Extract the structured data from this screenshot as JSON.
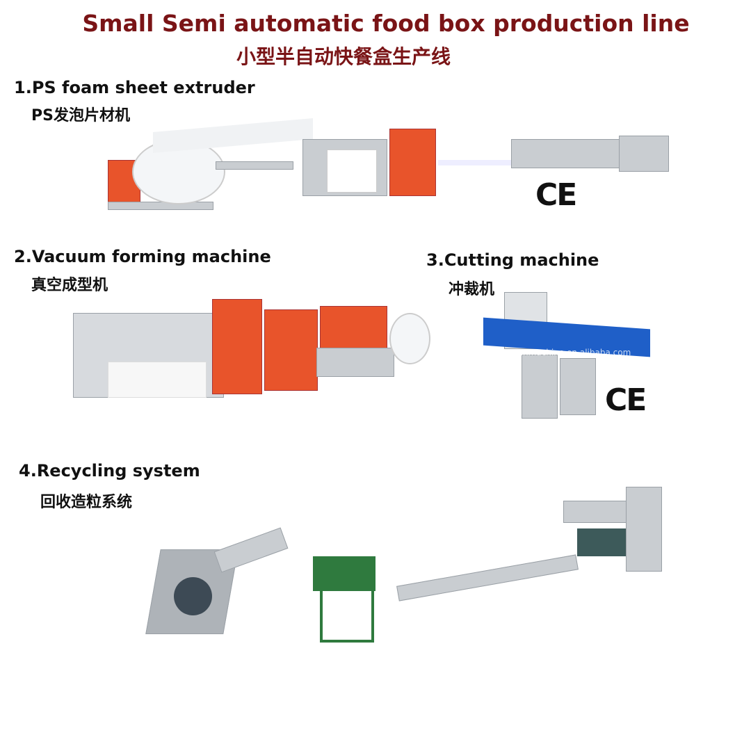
{
  "header": {
    "title": "Small Semi automatic food box production line",
    "subtitle": "小型半自动快餐盒生产线"
  },
  "sections": [
    {
      "label": "1.PS foam sheet extruder",
      "label_zh": "PS发泡片材机",
      "badge": "CE"
    },
    {
      "label": "2.Vacuum forming machine",
      "label_zh": "真空成型机"
    },
    {
      "label": "3.Cutting machine",
      "label_zh": "冲裁机",
      "badge": "CE",
      "watermark": "yuanmachine.en.alibaba.com"
    },
    {
      "label": "4.Recycling system",
      "label_zh": "回收造粒系统"
    }
  ],
  "colors": {
    "title": "#7a1416",
    "machine_orange": "#e8542b",
    "machine_blue": "#1f5fc8"
  }
}
